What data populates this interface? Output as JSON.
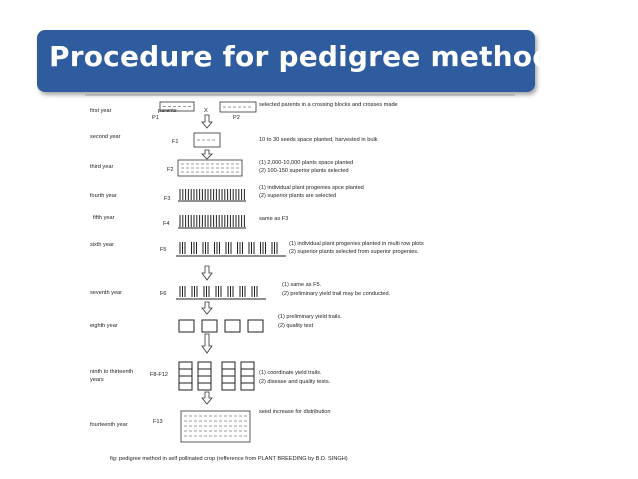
{
  "slide": {
    "title": "Procedure for pedigree method"
  },
  "diagram": {
    "stages": [
      {
        "year": "first year",
        "generation": "",
        "note": [
          "selected parents in a crossing blocks and crosses made"
        ]
      },
      {
        "year": "second year",
        "generation": "F1",
        "note": [
          "10 to 30 seeds space planted, harvested in bulk"
        ]
      },
      {
        "year": "third year",
        "generation": "F2",
        "note": [
          "(1) 2,000-10,000 plants space planted",
          "(2) 100-150 superior plants selected"
        ]
      },
      {
        "year": "fourth year",
        "generation": "F3",
        "note": [
          "(1) individual plant progenies spce planted",
          "(2) superior plants are selected"
        ]
      },
      {
        "year": "fifth year",
        "generation": "F4",
        "note": [
          "same as F3"
        ]
      },
      {
        "year": "sixth year",
        "generation": "F5",
        "note": [
          "(1) individual plant progenies planted in multi row plots",
          "(2) superior plants selected from superior progenies."
        ]
      },
      {
        "year": "seventh year",
        "generation": "F6",
        "note": [
          "(1) same as F5.",
          "(2) preliminary yield trail may be conducted."
        ]
      },
      {
        "year": "eighth year",
        "generation": "",
        "note": [
          "(1) preliminary yield trails.",
          "(2) quality test"
        ]
      },
      {
        "year": "ninth to thirteenth years",
        "generation": "F8-F12",
        "note": [
          "(1) coordinate yield trails.",
          "(2) disease and quality tests."
        ]
      },
      {
        "year": "fourteenth year",
        "generation": "F13",
        "note": [
          "seed increase for distribution"
        ]
      }
    ],
    "parents_label": "parents",
    "cross_symbol": "X",
    "p1": "P1",
    "p2": "P2",
    "caption": "fig: pedigree method in self pollinated crop (refference from PLANT BREEDING by B.D. SINGH)"
  }
}
